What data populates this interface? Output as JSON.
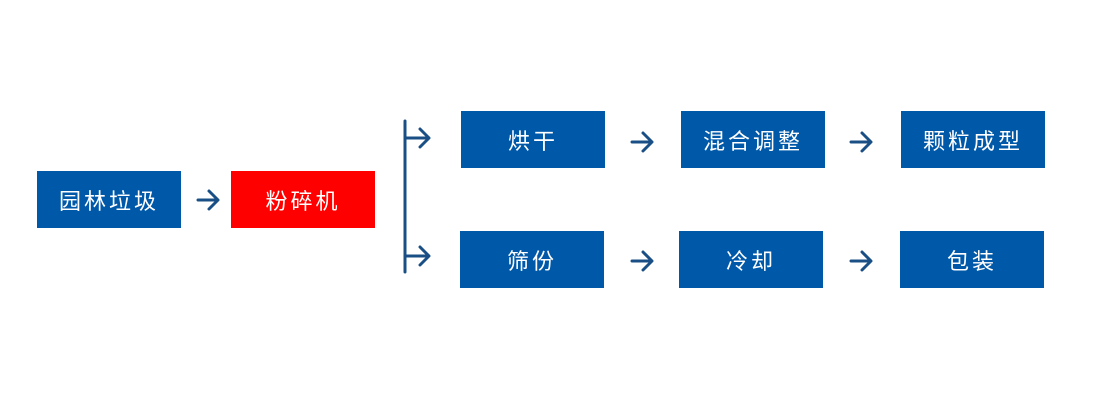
{
  "colors": {
    "box": "#0058a8",
    "highlight": "#ff0000",
    "connector": "#1a4f86",
    "text": "#ffffff"
  },
  "nodes": {
    "input": "园林垃圾",
    "crusher": "粉碎机",
    "drying": "烘干",
    "mixing": "混合调整",
    "granulation": "颗粒成型",
    "screening": "筛份",
    "cooling": "冷却",
    "packing": "包装"
  },
  "flows": [
    [
      "园林垃圾",
      "粉碎机"
    ],
    [
      "粉碎机",
      "烘干"
    ],
    [
      "烘干",
      "混合调整"
    ],
    [
      "混合调整",
      "颗粒成型"
    ],
    [
      "粉碎机",
      "筛份"
    ],
    [
      "筛份",
      "冷却"
    ],
    [
      "冷却",
      "包装"
    ]
  ]
}
